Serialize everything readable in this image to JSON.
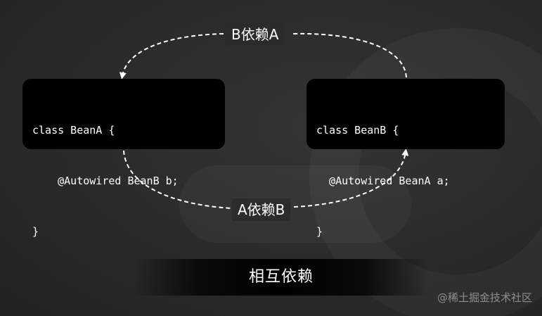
{
  "diagram": {
    "bean_a": {
      "lines": [
        "class BeanA {",
        "    @Autowired BeanB b;",
        "}"
      ]
    },
    "bean_b": {
      "lines": [
        "class BeanB {",
        "  @Autowired BeanA a;",
        "}"
      ]
    },
    "arrow_top_label": "B依赖A",
    "arrow_bottom_label": "A依赖B",
    "title": "相互依赖",
    "watermark": "@稀土掘金技术社区"
  },
  "colors": {
    "background": "#2b2b2b",
    "box": "#000000",
    "text": "#ffffff",
    "arrow": "#ffffff"
  }
}
